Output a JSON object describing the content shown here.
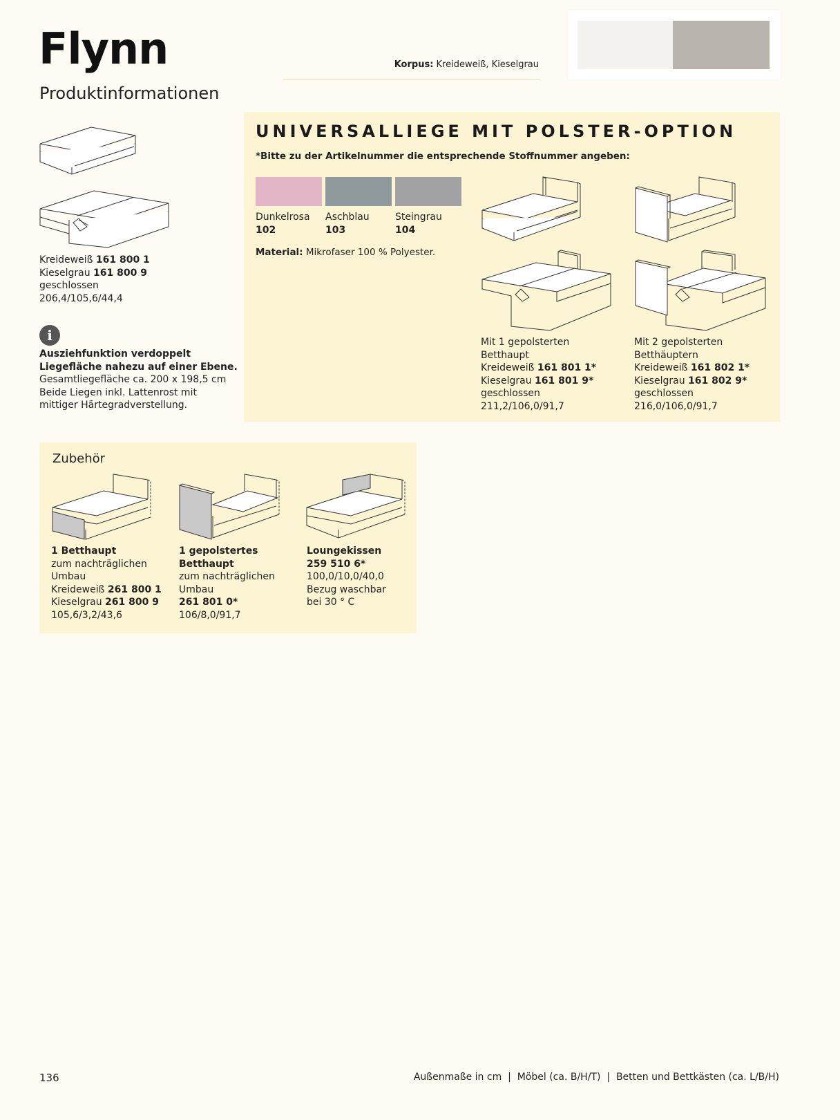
{
  "header": {
    "title": "Flynn",
    "subtitle": "Produktinformationen",
    "korpus_label": "Korpus:",
    "korpus_value": "Kreideweiß, Kieselgrau",
    "swatches": [
      {
        "name": "Kreideweiß",
        "color": "#f3f2ee"
      },
      {
        "name": "Kieselgrau",
        "color": "#b8b3ad"
      }
    ]
  },
  "left": {
    "line1_label": "Kreideweiß",
    "line1_code": "161 800 1",
    "line2_label": "Kieselgrau",
    "line2_code": "161 800 9",
    "line3": "geschlossen",
    "line4": "206,4/105,6/44,4",
    "info_icon": "info-icon",
    "info_bold1": "Ausziehfunktion verdoppelt",
    "info_bold2": "Liegefläche nahezu auf einer Ebene.",
    "info_text1": "Gesamtliegefläche ca. 200 x 198,5 cm",
    "info_text2": "Beide Liegen inkl. Lattenrost mit",
    "info_text3": "mittiger Härtegradverstellung."
  },
  "panel": {
    "heading": "UNIVERSALLIEGE MIT POLSTER-OPTION",
    "note": "*Bitte zu der Artikelnummer die entsprechende Stoffnummer angeben:",
    "fabrics": [
      {
        "name": "Dunkelrosa",
        "code": "102",
        "color": "#e2b5c8"
      },
      {
        "name": "Aschblau",
        "code": "103",
        "color": "#8f9a9c"
      },
      {
        "name": "Steingrau",
        "code": "104",
        "color": "#a2a2a4"
      }
    ],
    "material_label": "Material:",
    "material_value": "Mikrofaser 100 % Polyester.",
    "option1": {
      "l1": "Mit 1 gepolsterten",
      "l2": "Betthaupt",
      "l3_label": "Kreideweiß",
      "l3_code": "161 801 1*",
      "l4_label": "Kieselgrau",
      "l4_code": "161 801 9*",
      "l5": "geschlossen",
      "l6": "211,2/106,0/91,7"
    },
    "option2": {
      "l1": "Mit 2 gepolsterten",
      "l2": "Betthäuptern",
      "l3_label": "Kreideweiß",
      "l3_code": "161 802 1*",
      "l4_label": "Kieselgrau",
      "l4_code": "161 802 9*",
      "l5": "geschlossen",
      "l6": "216,0/106,0/91,7"
    }
  },
  "accessories": {
    "heading": "Zubehör",
    "items": [
      {
        "title": "1 Betthaupt",
        "l2": "zum nachträglichen",
        "l3": "Umbau",
        "l4_label": "Kreideweiß",
        "l4_code": "261 800 1",
        "l5_label": "Kieselgrau",
        "l5_code": "261 800 9",
        "l6": "105,6/3,2/43,6"
      },
      {
        "title1": "1 gepolstertes",
        "title2": "Betthaupt",
        "l3": "zum nachträglichen",
        "l4": "Umbau",
        "l5_code": "261 801 0*",
        "l6": "106/8,0/91,7"
      },
      {
        "title": "Loungekissen",
        "code": "259 510 6*",
        "l3": "100,0/10,0/40,0",
        "l4": "Bezug waschbar",
        "l5": "bei 30 ° C"
      }
    ]
  },
  "footer": {
    "page_number": "136",
    "legend": "Außenmaße in cm  |  Möbel (ca. B/H/T)  |  Betten und Bettkästen (ca. L/B/H)"
  }
}
